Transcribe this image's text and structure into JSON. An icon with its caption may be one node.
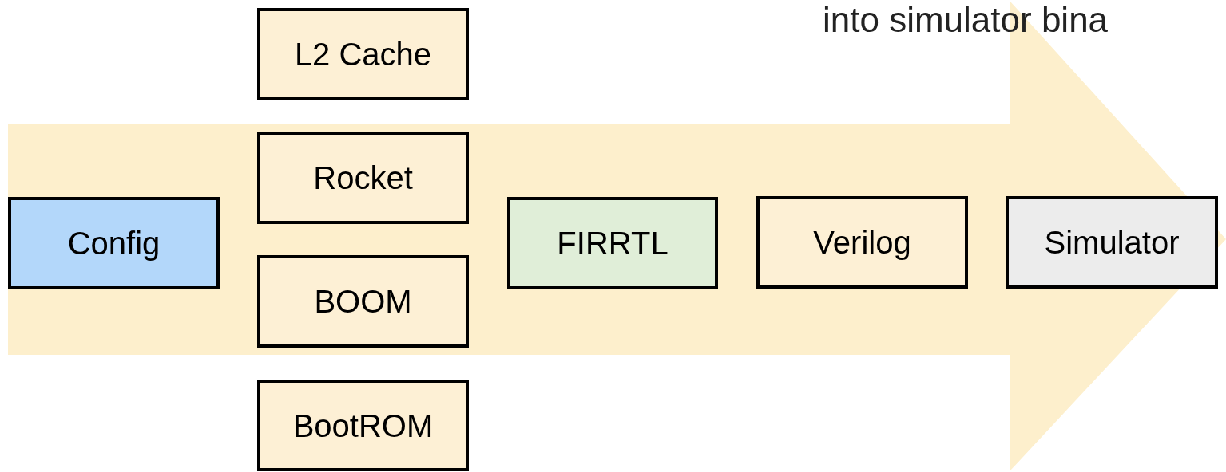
{
  "diagram": {
    "nodes": [
      {
        "text": [
          "L2 Cache"
        ]
      },
      {
        "text": [
          "Rocket"
        ]
      },
      {
        "text": [
          "Config"
        ]
      },
      {
        "text": [
          "BOOM"
        ]
      },
      {
        "text": [
          "BootROM"
        ]
      },
      {
        "text": [
          "FIRRTL"
        ]
      },
      {
        "text": [
          "Verilog"
        ]
      },
      {
        "text": [
          "Simulator"
        ]
      }
    ],
    "edges": [
      {
        "from": 2,
        "to": 7,
        "arrow": "to",
        "style": "thick"
      }
    ],
    "labels": [
      "into simulator bina"
    ]
  }
}
